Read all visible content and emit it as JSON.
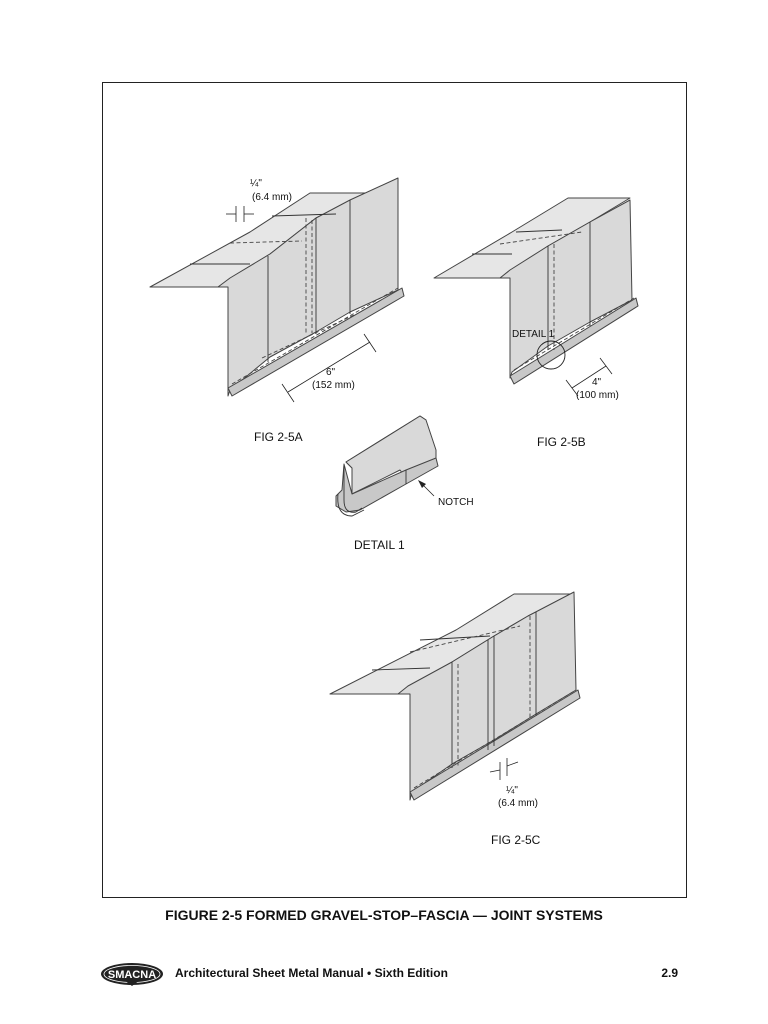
{
  "diagram": {
    "fig_a": {
      "caption": "FIG 2-5A",
      "dim_top_1": "¼\"",
      "dim_top_2": "(6.4 mm)",
      "dim_bottom_1": "6\"",
      "dim_bottom_2": "(152 mm)"
    },
    "fig_b": {
      "caption": "FIG 2-5B",
      "detail_callout": "DETAIL 1",
      "dim_1": "4\"",
      "dim_2": "(100 mm)"
    },
    "detail_1": {
      "caption": "DETAIL 1",
      "notch_label": "NOTCH"
    },
    "fig_c": {
      "caption": "FIG 2-5C",
      "dim_1": "¼\"",
      "dim_2": "(6.4 mm)"
    }
  },
  "figure_title": "FIGURE 2-5  FORMED GRAVEL-STOP–FASCIA — JOINT SYSTEMS",
  "footer": {
    "logo_text": "SMACNA",
    "publication": "Architectural Sheet Metal Manual • Sixth Edition",
    "page_number": "2.9"
  }
}
